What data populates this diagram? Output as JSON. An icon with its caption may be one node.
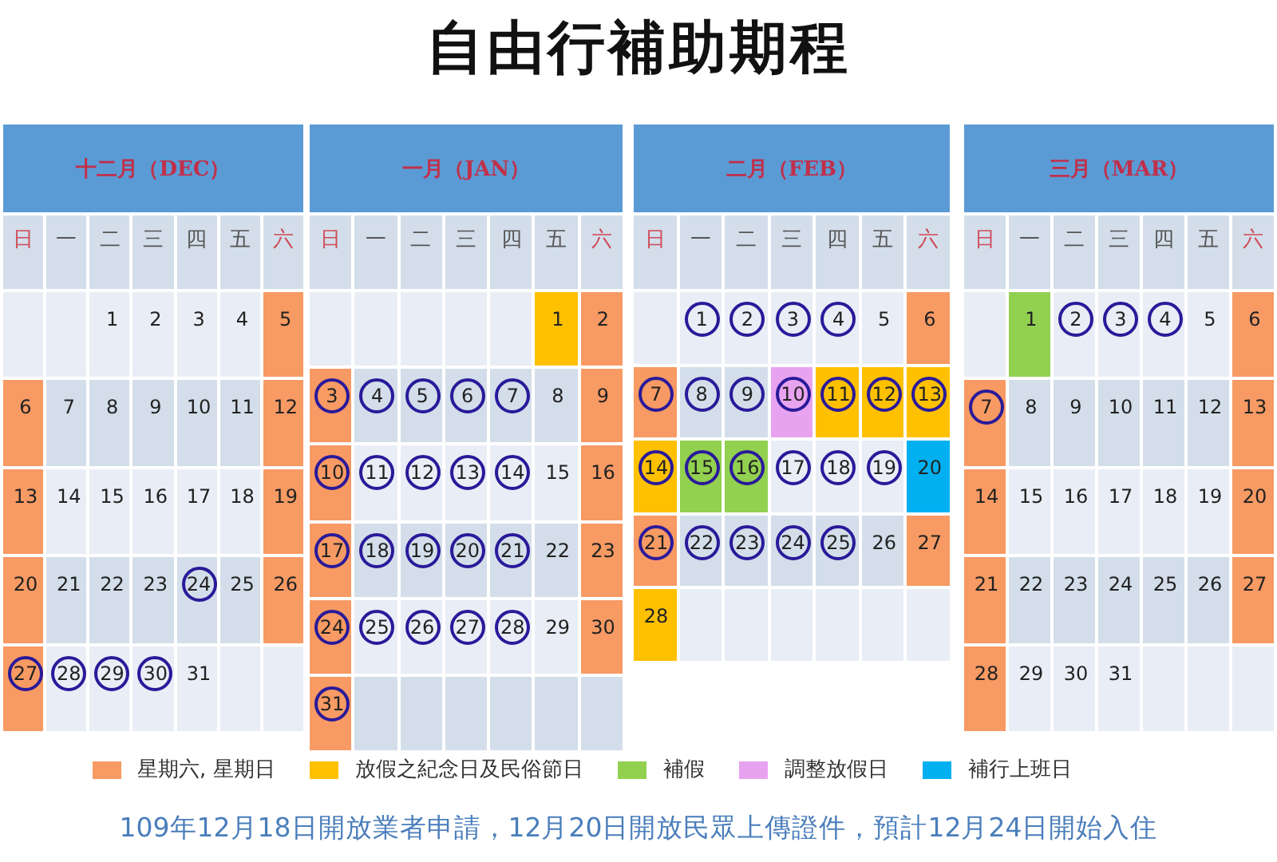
{
  "diagram": {
    "title": "自由行補助期程",
    "nodes": [
      {
        "text": [
          "十二月（DEC）"
        ]
      },
      {
        "text": [
          "日"
        ],
        "in": 0
      },
      {
        "text": [
          "一"
        ],
        "in": 0
      },
      {
        "text": [
          "二"
        ],
        "in": 0
      },
      {
        "text": [
          "三"
        ],
        "in": 0
      },
      {
        "text": [
          "四"
        ],
        "in": 0
      },
      {
        "text": [
          "五"
        ],
        "in": 0
      },
      {
        "text": [
          "六"
        ],
        "in": 0
      },
      {
        "text": [
          "1"
        ],
        "in": 0
      },
      {
        "text": [
          "2"
        ],
        "in": 0
      },
      {
        "text": [
          "3"
        ],
        "in": 0
      },
      {
        "text": [
          "4"
        ],
        "in": 0
      },
      {
        "text": [
          "5"
        ],
        "in": 0
      },
      {
        "text": [
          "6"
        ],
        "in": 0
      },
      {
        "text": [
          "7"
        ],
        "in": 0
      },
      {
        "text": [
          "8"
        ],
        "in": 0
      },
      {
        "text": [
          "9"
        ],
        "in": 0
      },
      {
        "text": [
          "10"
        ],
        "in": 0
      },
      {
        "text": [
          "11"
        ],
        "in": 0
      },
      {
        "text": [
          "12"
        ],
        "in": 0
      },
      {
        "text": [
          "13"
        ],
        "in": 0
      },
      {
        "text": [
          "14"
        ],
        "in": 0
      },
      {
        "text": [
          "15"
        ],
        "in": 0
      },
      {
        "text": [
          "16"
        ],
        "in": 0
      },
      {
        "text": [
          "17"
        ],
        "in": 0
      },
      {
        "text": [
          "18"
        ],
        "in": 0
      },
      {
        "text": [
          "19"
        ],
        "in": 0
      },
      {
        "text": [
          "20"
        ],
        "in": 0
      },
      {
        "text": [
          "21"
        ],
        "in": 0
      },
      {
        "text": [
          "22"
        ],
        "in": 0
      },
      {
        "text": [
          "23"
        ],
        "in": 0
      },
      {
        "text": [
          "24"
        ],
        "in": 0
      },
      {
        "text": [
          "25"
        ],
        "in": 0
      },
      {
        "text": [
          "26"
        ],
        "in": 0
      },
      {
        "text": [
          "27"
        ],
        "in": 0
      },
      {
        "text": [
          "28"
        ],
        "in": 0
      },
      {
        "text": [
          "29"
        ],
        "in": 0
      },
      {
        "text": [
          "30"
        ],
        "in": 0
      },
      {
        "text": [
          "31"
        ],
        "in": 0
      },
      {
        "text": [
          "一月（JAN）"
        ]
      },
      {
        "text": [
          "日"
        ],
        "in": 39
      },
      {
        "text": [
          "一"
        ],
        "in": 39
      },
      {
        "text": [
          "二"
        ],
        "in": 39
      },
      {
        "text": [
          "三"
        ],
        "in": 39
      },
      {
        "text": [
          "四"
        ],
        "in": 39
      },
      {
        "text": [
          "五"
        ],
        "in": 39
      },
      {
        "text": [
          "六"
        ],
        "in": 39
      },
      {
        "text": [
          "1"
        ],
        "in": 39
      },
      {
        "text": [
          "2"
        ],
        "in": 39
      },
      {
        "text": [
          "3"
        ],
        "in": 39
      },
      {
        "text": [
          "4"
        ],
        "in": 39
      },
      {
        "text": [
          "5"
        ],
        "in": 39
      },
      {
        "text": [
          "6"
        ],
        "in": 39
      },
      {
        "text": [
          "7"
        ],
        "in": 39
      },
      {
        "text": [
          "8"
        ],
        "in": 39
      },
      {
        "text": [
          "9"
        ],
        "in": 39
      },
      {
        "text": [
          "10"
        ],
        "in": 39
      },
      {
        "text": [
          "11"
        ],
        "in": 39
      },
      {
        "text": [
          "12"
        ],
        "in": 39
      },
      {
        "text": [
          "13"
        ],
        "in": 39
      },
      {
        "text": [
          "14"
        ],
        "in": 39
      },
      {
        "text": [
          "15"
        ],
        "in": 39
      },
      {
        "text": [
          "16"
        ],
        "in": 39
      },
      {
        "text": [
          "17"
        ],
        "in": 39
      },
      {
        "text": [
          "18"
        ],
        "in": 39
      },
      {
        "text": [
          "19"
        ],
        "in": 39
      },
      {
        "text": [
          "20"
        ],
        "in": 39
      },
      {
        "text": [
          "21"
        ],
        "in": 39
      },
      {
        "text": [
          "22"
        ],
        "in": 39
      },
      {
        "text": [
          "23"
        ],
        "in": 39
      },
      {
        "text": [
          "24"
        ],
        "in": 39
      },
      {
        "text": [
          "25"
        ],
        "in": 39
      },
      {
        "text": [
          "26"
        ],
        "in": 39
      },
      {
        "text": [
          "27"
        ],
        "in": 39
      },
      {
        "text": [
          "28"
        ],
        "in": 39
      },
      {
        "text": [
          "29"
        ],
        "in": 39
      },
      {
        "text": [
          "30"
        ],
        "in": 39
      },
      {
        "text": [
          "31"
        ],
        "in": 39
      },
      {
        "text": [
          "二月（FEB）"
        ]
      },
      {
        "text": [
          "日"
        ],
        "in": 78
      },
      {
        "text": [
          "一"
        ],
        "in": 78
      },
      {
        "text": [
          "二"
        ],
        "in": 78
      },
      {
        "text": [
          "三"
        ],
        "in": 78
      },
      {
        "text": [
          "四"
        ],
        "in": 78
      },
      {
        "text": [
          "五"
        ],
        "in": 78
      },
      {
        "text": [
          "六"
        ],
        "in": 78
      },
      {
        "text": [
          "1"
        ],
        "in": 78
      },
      {
        "text": [
          "2"
        ],
        "in": 78
      },
      {
        "text": [
          "3"
        ],
        "in": 78
      },
      {
        "text": [
          "4"
        ],
        "in": 78
      },
      {
        "text": [
          "5"
        ],
        "in": 78
      },
      {
        "text": [
          "6"
        ],
        "in": 78
      },
      {
        "text": [
          "7"
        ],
        "in": 78
      },
      {
        "text": [
          "8"
        ],
        "in": 78
      },
      {
        "text": [
          "9"
        ],
        "in": 78
      },
      {
        "text": [
          "10"
        ],
        "in": 78
      },
      {
        "text": [
          "11"
        ],
        "in": 78
      },
      {
        "text": [
          "12"
        ],
        "in": 78
      },
      {
        "text": [
          "13"
        ],
        "in": 78
      },
      {
        "text": [
          "14"
        ],
        "in": 78
      },
      {
        "text": [
          "15"
        ],
        "in": 78
      },
      {
        "text": [
          "16"
        ],
        "in": 78
      },
      {
        "text": [
          "17"
        ],
        "in": 78
      },
      {
        "text": [
          "18"
        ],
        "in": 78
      },
      {
        "text": [
          "19"
        ],
        "in": 78
      },
      {
        "text": [
          "20"
        ],
        "in": 78
      },
      {
        "text": [
          "21"
        ],
        "in": 78
      },
      {
        "text": [
          "22"
        ],
        "in": 78
      },
      {
        "text": [
          "23"
        ],
        "in": 78
      },
      {
        "text": [
          "24"
        ],
        "in": 78
      },
      {
        "text": [
          "25"
        ],
        "in": 78
      },
      {
        "text": [
          "26"
        ],
        "in": 78
      },
      {
        "text": [
          "27"
        ],
        "in": 78
      },
      {
        "text": [
          "28"
        ],
        "in": 78
      },
      {
        "text": [
          "三月（MAR）"
        ]
      },
      {
        "text": [
          "日"
        ],
        "in": 114
      },
      {
        "text": [
          "一"
        ],
        "in": 114
      },
      {
        "text": [
          "二"
        ],
        "in": 114
      },
      {
        "text": [
          "三"
        ],
        "in": 114
      },
      {
        "text": [
          "四"
        ],
        "in": 114
      },
      {
        "text": [
          "五"
        ],
        "in": 114
      },
      {
        "text": [
          "六"
        ],
        "in": 114
      },
      {
        "text": [
          "1"
        ],
        "in": 114
      },
      {
        "text": [
          "2"
        ],
        "in": 114
      },
      {
        "text": [
          "3"
        ],
        "in": 114
      },
      {
        "text": [
          "4"
        ],
        "in": 114
      },
      {
        "text": [
          "5"
        ],
        "in": 114
      },
      {
        "text": [
          "6"
        ],
        "in": 114
      },
      {
        "text": [
          "7"
        ],
        "in": 114
      },
      {
        "text": [
          "8"
        ],
        "in": 114
      },
      {
        "text": [
          "9"
        ],
        "in": 114
      },
      {
        "text": [
          "10"
        ],
        "in": 114
      },
      {
        "text": [
          "11"
        ],
        "in": 114
      },
      {
        "text": [
          "12"
        ],
        "in": 114
      },
      {
        "text": [
          "13"
        ],
        "in": 114
      },
      {
        "text": [
          "14"
        ],
        "in": 114
      },
      {
        "text": [
          "15"
        ],
        "in": 114
      },
      {
        "text": [
          "16"
        ],
        "in": 114
      },
      {
        "text": [
          "17"
        ],
        "in": 114
      },
      {
        "text": [
          "18"
        ],
        "in": 114
      },
      {
        "text": [
          "19"
        ],
        "in": 114
      },
      {
        "text": [
          "20"
        ],
        "in": 114
      },
      {
        "text": [
          "21"
        ],
        "in": 114
      },
      {
        "text": [
          "22"
        ],
        "in": 114
      },
      {
        "text": [
          "23"
        ],
        "in": 114
      },
      {
        "text": [
          "24"
        ],
        "in": 114
      },
      {
        "text": [
          "25"
        ],
        "in": 114
      },
      {
        "text": [
          "26"
        ],
        "in": 114
      },
      {
        "text": [
          "27"
        ],
        "in": 114
      },
      {
        "text": [
          "28"
        ],
        "in": 114
      },
      {
        "text": [
          "29"
        ],
        "in": 114
      },
      {
        "text": [
          "30"
        ],
        "in": 114
      },
      {
        "text": [
          "31"
        ],
        "in": 114
      }
    ],
    "legend": [
      {
        "text": "星期六, 星期日",
        "color": "#f79a63"
      },
      {
        "text": "放假之紀念日及民俗節日",
        "color": "#ffc000"
      },
      {
        "text": "補假",
        "color": "#92d050"
      },
      {
        "text": "調整放假日",
        "color": "#e8a3f0"
      },
      {
        "text": "補行上班日",
        "color": "#00b0f0"
      }
    ],
    "caption": "109年12月18日開放業者申請，12月20日開放民眾上傳證件，預計12月24日開始入住"
  }
}
